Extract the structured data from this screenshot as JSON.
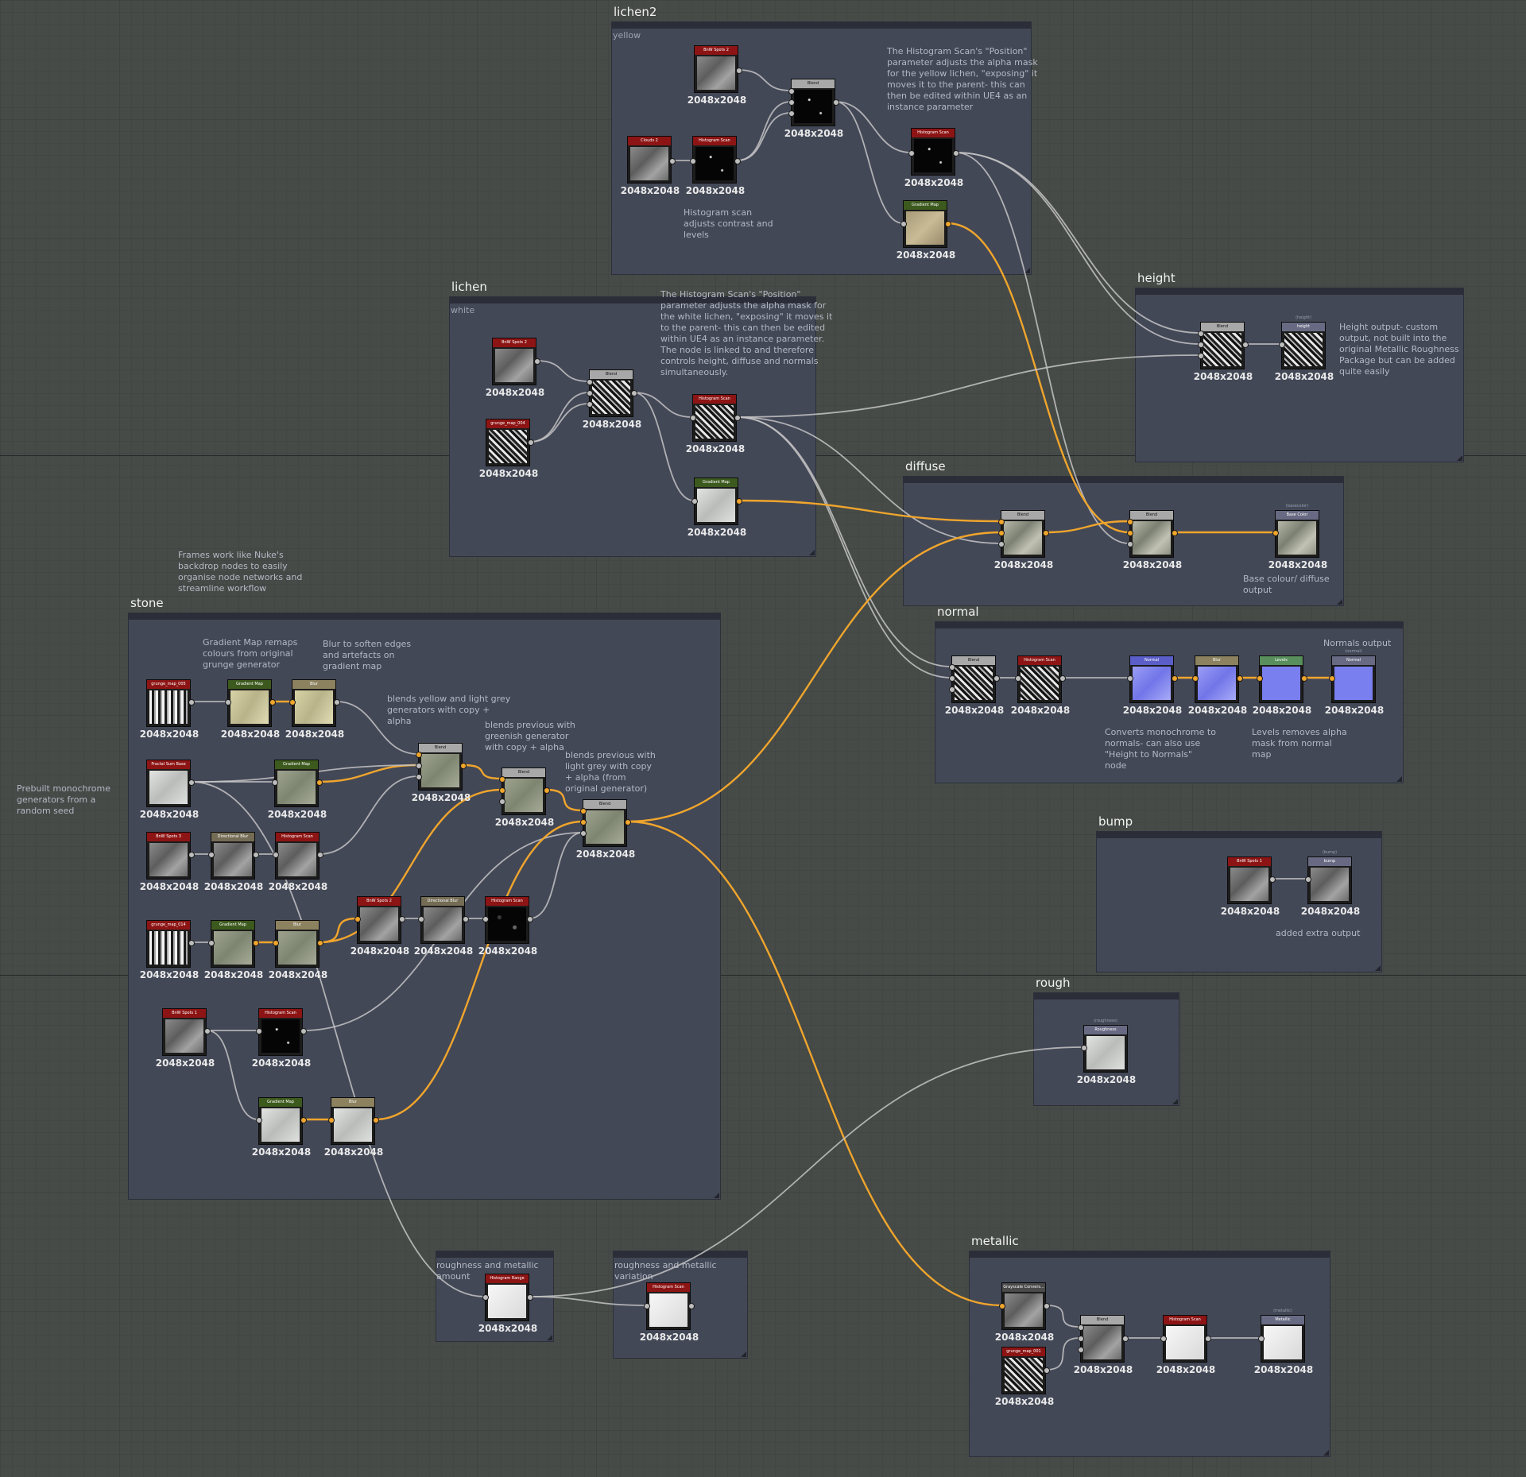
{
  "colors": {
    "wire_grey": "#c4c4c4",
    "wire_orange": "#f0a52c",
    "frame_bg": "#434857",
    "canvas_bg": "#464b48"
  },
  "frames": {
    "lichen2": {
      "title": "lichen2",
      "subtitle": "yellow"
    },
    "lichen": {
      "title": "lichen",
      "subtitle": "white"
    },
    "height": {
      "title": "height",
      "subtitle": ""
    },
    "diffuse": {
      "title": "diffuse",
      "subtitle": ""
    },
    "normal": {
      "title": "normal",
      "subtitle": ""
    },
    "stone": {
      "title": "stone",
      "subtitle": ""
    },
    "bump": {
      "title": "bump",
      "subtitle": ""
    },
    "rough": {
      "title": "rough",
      "subtitle": ""
    },
    "metallic": {
      "title": "metallic",
      "subtitle": ""
    },
    "rm_amount": {
      "title": "",
      "subtitle": ""
    },
    "rm_variation": {
      "title": "",
      "subtitle": ""
    }
  },
  "notes": {
    "lichen2_position": "The Histogram Scan's \"Position\"\nparameter adjusts the alpha mask\nfor the yellow lichen, \"exposing\" it\nmoves it to the parent- this can\nthen be edited within UE4 as an\ninstance parameter",
    "lichen2_hist": "Histogram scan\nadjusts contrast and\nlevels",
    "lichen_position": "The Histogram Scan's \"Position\"\nparameter adjusts the alpha mask for\nthe white lichen, \"exposing\" it moves it\nto the parent- this can then be edited\nwithin UE4 as an instance parameter.\nThe node is linked to and therefore\ncontrols height, diffuse and normals\nsimultaneously.",
    "height_output": "Height output- custom\noutput, not built into the\noriginal Metallic Roughness\nPackage but can be added\nquite easily",
    "frames_nuke": "Frames work like Nuke's\nbackdrop nodes to easily\norganise node networks and\nstreamline workflow",
    "diffuse_output": "Base colour/ diffuse\noutput",
    "normals_output": "Normals output",
    "converts": "Converts monochrome to\nnormals- can also use\n\"Height to Normals\"\nnode",
    "levels": "Levels removes alpha\nmask from normal\nmap",
    "gradient_map": "Gradient Map remaps\ncolours from original\ngrunge generator",
    "blur_soften": "Blur to soften edges\nand artefacts on\ngradient map",
    "blends_yellow": "blends yellow and light grey\ngenerators with copy +\nalpha",
    "blends_greenish": "blends previous with\ngreenish generator\nwith copy + alpha",
    "blends_lightgrey": "blends previous with\nlight grey with copy\n+ alpha (from\noriginal generator)",
    "prebuilt": "Prebuilt monochrome\ngenerators from a\nrandom seed",
    "bump_extra": "added extra output",
    "rough_amount": "roughness and metallic\namount",
    "rough_variation": "roughness and metallic\nvariation"
  },
  "nodes": {
    "l2_bnw": {
      "header": "BnW Spots 2",
      "res": "2048x2048",
      "icon": "texture-thumbnail"
    },
    "l2_clouds": {
      "header": "Clouds 2",
      "res": "2048x2048"
    },
    "l2_hist": {
      "header": "Histogram Scan",
      "res": "2048x2048"
    },
    "l2_blend": {
      "header": "Blend",
      "res": "2048x2048"
    },
    "l2_hist2": {
      "header": "Histogram Scan",
      "res": "2048x2048"
    },
    "l2_gmap": {
      "header": "Gradient Map",
      "res": "2048x2048"
    },
    "h_blend": {
      "header": "Blend",
      "res": "2048x2048"
    },
    "h_out": {
      "header": "height",
      "sup": "(height)",
      "res": "2048x2048"
    },
    "l_bnw": {
      "header": "BnW Spots 2",
      "res": "2048x2048"
    },
    "l_grunge": {
      "header": "grunge_map_004",
      "res": "2048x2048"
    },
    "l_blend": {
      "header": "Blend",
      "res": "2048x2048"
    },
    "l_hist": {
      "header": "Histogram Scan",
      "res": "2048x2048"
    },
    "l_gmap": {
      "header": "Gradient Map",
      "res": "2048x2048"
    },
    "d_blend1": {
      "header": "Blend",
      "res": "2048x2048"
    },
    "d_blend2": {
      "header": "Blend",
      "res": "2048x2048"
    },
    "d_out": {
      "header": "Base Color",
      "sup": "(basecolor)",
      "res": "2048x2048"
    },
    "n_blend": {
      "header": "Blend",
      "res": "2048x2048"
    },
    "n_hist": {
      "header": "Histogram Scan",
      "res": "2048x2048"
    },
    "n_normal": {
      "header": "Normal",
      "res": "2048x2048"
    },
    "n_blur": {
      "header": "Blur",
      "res": "2048x2048"
    },
    "n_levels": {
      "header": "Levels",
      "res": "2048x2048"
    },
    "n_out": {
      "header": "Normal",
      "sup": "(normal)",
      "res": "2048x2048"
    },
    "s_grunge005": {
      "header": "grunge_map_005",
      "res": "2048x2048"
    },
    "s_gmap1": {
      "header": "Gradient Map",
      "res": "2048x2048"
    },
    "s_blur1": {
      "header": "Blur",
      "res": "2048x2048"
    },
    "s_fractal": {
      "header": "Fractal Sum Base",
      "res": "2048x2048"
    },
    "s_gmap2": {
      "header": "Gradient Map",
      "res": "2048x2048"
    },
    "s_blend1": {
      "header": "Blend",
      "res": "2048x2048"
    },
    "s_blend2": {
      "header": "Blend",
      "res": "2048x2048"
    },
    "s_blend3": {
      "header": "Blend",
      "res": "2048x2048"
    },
    "s_bnw3": {
      "header": "BnW Spots 3",
      "res": "2048x2048"
    },
    "s_dir1": {
      "header": "Directional Blur",
      "res": "2048x2048"
    },
    "s_hist1": {
      "header": "Histogram Scan",
      "res": "2048x2048"
    },
    "s_grunge014": {
      "header": "grunge_map_014",
      "res": "2048x2048"
    },
    "s_gmap3": {
      "header": "Gradient Map",
      "res": "2048x2048"
    },
    "s_blur2": {
      "header": "Blur",
      "res": "2048x2048"
    },
    "s_bnw2": {
      "header": "BnW Spots 2",
      "res": "2048x2048"
    },
    "s_dir2": {
      "header": "Directional Blur",
      "res": "2048x2048"
    },
    "s_hist2": {
      "header": "Histogram Scan",
      "res": "2048x2048"
    },
    "s_bnw1": {
      "header": "BnW Spots 1",
      "res": "2048x2048"
    },
    "s_hist3": {
      "header": "Histogram Scan",
      "res": "2048x2048"
    },
    "s_gmap4": {
      "header": "Gradient Map",
      "res": "2048x2048"
    },
    "s_blur3": {
      "header": "Blur",
      "res": "2048x2048"
    },
    "b_bnw1": {
      "header": "BnW Spots 1",
      "res": "2048x2048"
    },
    "b_out": {
      "header": "bump",
      "sup": "(bump)",
      "res": "2048x2048"
    },
    "r_out": {
      "header": "Roughness",
      "sup": "(roughness)",
      "res": "2048x2048"
    },
    "rm_hrange": {
      "header": "Histogram Range",
      "res": "2048x2048"
    },
    "rm_hscan": {
      "header": "Histogram Scan",
      "res": "2048x2048"
    },
    "m_gray": {
      "header": "Grayscale Convers...",
      "res": "2048x2048"
    },
    "m_grunge": {
      "header": "grunge_map_001",
      "res": "2048x2048"
    },
    "m_blend": {
      "header": "Blend",
      "res": "2048x2048"
    },
    "m_hist": {
      "header": "Histogram Scan",
      "res": "2048x2048"
    },
    "m_out": {
      "header": "Metallic",
      "sup": "(metallic)",
      "res": "2048x2048"
    }
  }
}
